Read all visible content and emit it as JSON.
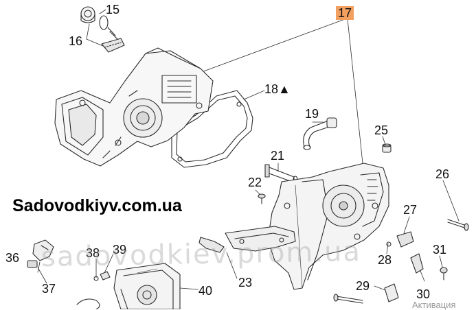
{
  "diagram": {
    "callouts": [
      {
        "id": "c15",
        "text": "15"
      },
      {
        "id": "c16",
        "text": "16"
      },
      {
        "id": "c17",
        "text": "17",
        "highlight": "#f2a060"
      },
      {
        "id": "c18",
        "text": "18▲"
      },
      {
        "id": "c19",
        "text": "19"
      },
      {
        "id": "c21",
        "text": "21"
      },
      {
        "id": "c22",
        "text": "22"
      },
      {
        "id": "c23",
        "text": "23"
      },
      {
        "id": "c25",
        "text": "25"
      },
      {
        "id": "c26",
        "text": "26"
      },
      {
        "id": "c27",
        "text": "27"
      },
      {
        "id": "c28",
        "text": "28"
      },
      {
        "id": "c29",
        "text": "29"
      },
      {
        "id": "c30",
        "text": "30"
      },
      {
        "id": "c31",
        "text": "31"
      },
      {
        "id": "c36",
        "text": "36"
      },
      {
        "id": "c37",
        "text": "37"
      },
      {
        "id": "c38",
        "text": "38"
      },
      {
        "id": "c39",
        "text": "39"
      },
      {
        "id": "c40",
        "text": "40"
      }
    ]
  },
  "site_label": "Sadovodkiyv.com.ua",
  "watermark": "sadovodkiev.prom.ua",
  "activation_text": "Активация",
  "colors": {
    "line": "#2a2a2a",
    "highlight": "#f2a060",
    "part_fill": "#f4f4f4",
    "part_shade": "#cfcfcf"
  }
}
